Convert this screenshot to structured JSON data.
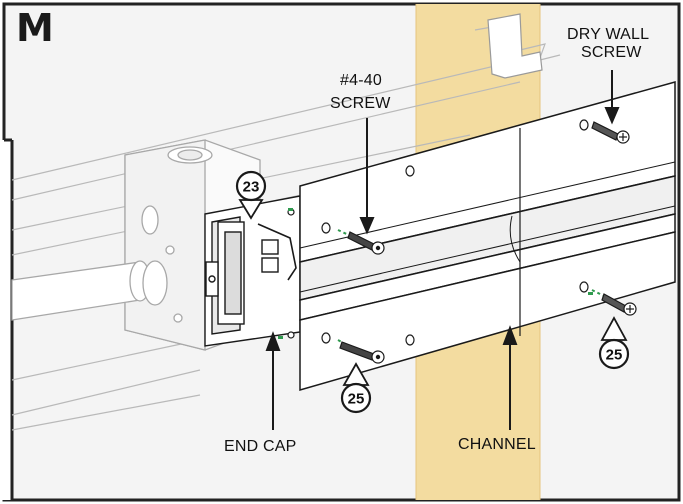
{
  "step_letter": "M",
  "labels": {
    "dry_wall_screw_line1": "DRY WALL",
    "dry_wall_screw_line2": "SCREW",
    "screw_440_line1": "#4-40",
    "screw_440_line2": "SCREW",
    "end_cap": "END CAP",
    "channel": "CHANNEL"
  },
  "callouts": {
    "part_23": "23",
    "part_25_left": "25",
    "part_25_right": "25"
  },
  "colors": {
    "stud": "#f3dca0",
    "stud_edge": "#e6c57e",
    "background_panel": "#f4f4f4",
    "line": "#1a1a1a",
    "screw_dot": "#2f9a4e"
  }
}
